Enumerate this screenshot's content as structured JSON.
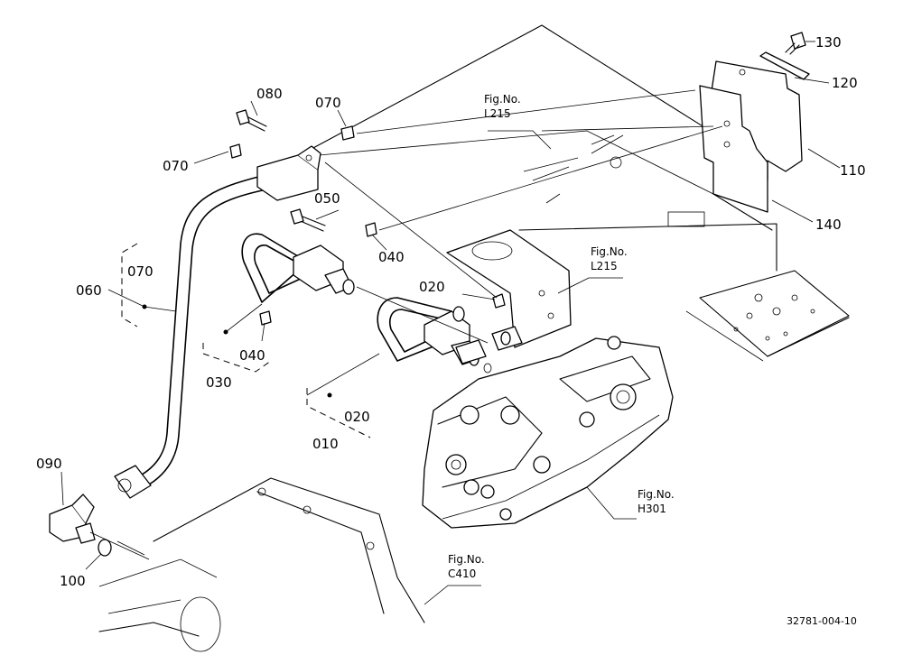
{
  "callouts": {
    "c010": "010",
    "c020a": "020",
    "c020b": "020",
    "c030": "030",
    "c040a": "040",
    "c040b": "040",
    "c050": "050",
    "c060": "060",
    "c070a": "070",
    "c070b": "070",
    "c070c": "070",
    "c080": "080",
    "c090": "090",
    "c100": "100",
    "c110": "110",
    "c120": "120",
    "c130": "130",
    "c140": "140"
  },
  "figure_refs": {
    "l215_top": {
      "label": "Fig.No.",
      "number": "L215"
    },
    "l215_mid": {
      "label": "Fig.No.",
      "number": "L215"
    },
    "h301": {
      "label": "Fig.No.",
      "number": "H301"
    },
    "c410": {
      "label": "Fig.No.",
      "number": "C410"
    }
  },
  "drawing_code": "32781-004-10"
}
